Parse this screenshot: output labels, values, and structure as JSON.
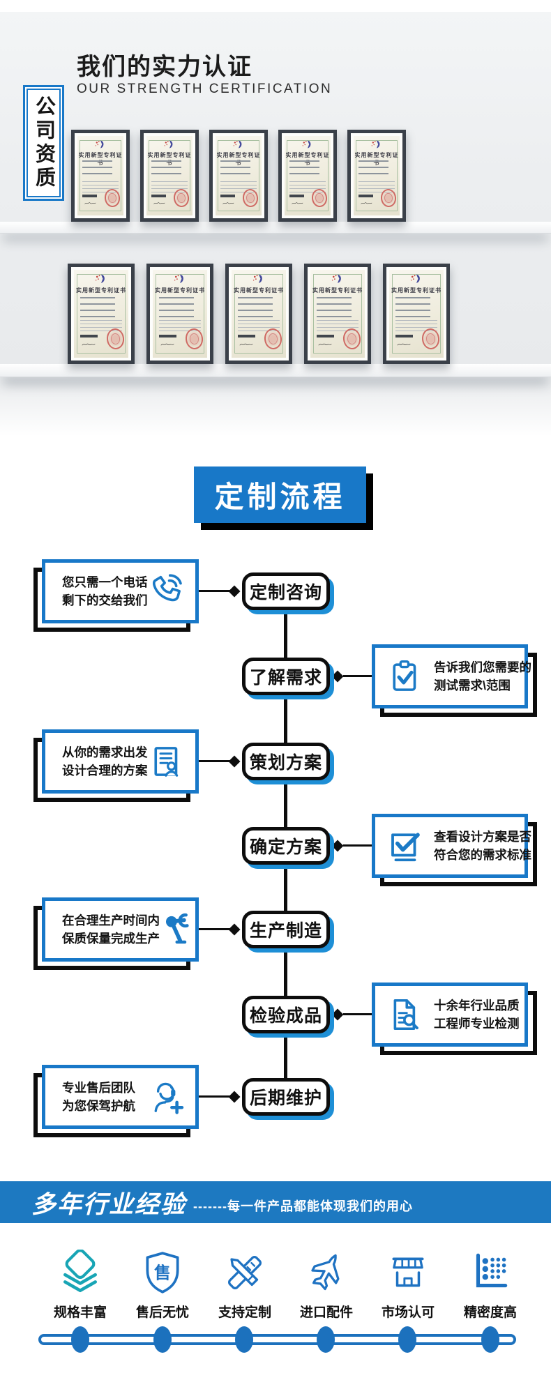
{
  "certification": {
    "title": "我们的实力认证",
    "subtitle": "OUR STRENGTH CERTIFICATION",
    "side_banner": "公司资质",
    "certificate_title": "实用新型专利证书"
  },
  "process": {
    "title": "定制流程",
    "steps": [
      {
        "label": "定制咨询",
        "side": "left",
        "icon": "phone-icon",
        "note_lines": [
          "您只需一个电话",
          "剩下的交给我们"
        ]
      },
      {
        "label": "了解需求",
        "side": "right",
        "icon": "clipboard-check-icon",
        "note_lines": [
          "告诉我们您需要的",
          "测试需求\\范围"
        ]
      },
      {
        "label": "策划方案",
        "side": "left",
        "icon": "document-user-icon",
        "note_lines": [
          "从你的需求出发",
          "设计合理的方案"
        ]
      },
      {
        "label": "确定方案",
        "side": "right",
        "icon": "checkbox-icon",
        "note_lines": [
          "查看设计方案是否",
          "符合您的需求标准"
        ]
      },
      {
        "label": "生产制造",
        "side": "left",
        "icon": "robot-arm-icon",
        "note_lines": [
          "在合理生产时间内",
          "保质保量完成生产"
        ]
      },
      {
        "label": "检验成品",
        "side": "right",
        "icon": "document-search-icon",
        "note_lines": [
          "十余年行业品质",
          "工程师专业检测"
        ]
      },
      {
        "label": "后期维护",
        "side": "left",
        "icon": "support-agent-icon",
        "note_lines": [
          "专业售后团队",
          "为您保驾护航"
        ]
      }
    ]
  },
  "experience": {
    "title": "多年行业经验",
    "tagline": "-------每一件产品都能体现我们的用心",
    "features": [
      {
        "label": "规格丰富",
        "icon": "layers-icon"
      },
      {
        "label": "售后无忧",
        "icon": "shield-icon",
        "glyph": "售"
      },
      {
        "label": "支持定制",
        "icon": "tools-icon"
      },
      {
        "label": "进口配件",
        "icon": "plane-icon"
      },
      {
        "label": "市场认可",
        "icon": "store-icon"
      },
      {
        "label": "精密度高",
        "icon": "precision-icon"
      }
    ]
  },
  "colors": {
    "accent_blue": "#1878c8",
    "node_shadow_blue": "#1e8fd6",
    "bar_blue": "#1d79c1",
    "teal": "#18a5b5",
    "wall_gray": "#eceef0",
    "seal_red": "#cf6a64"
  }
}
